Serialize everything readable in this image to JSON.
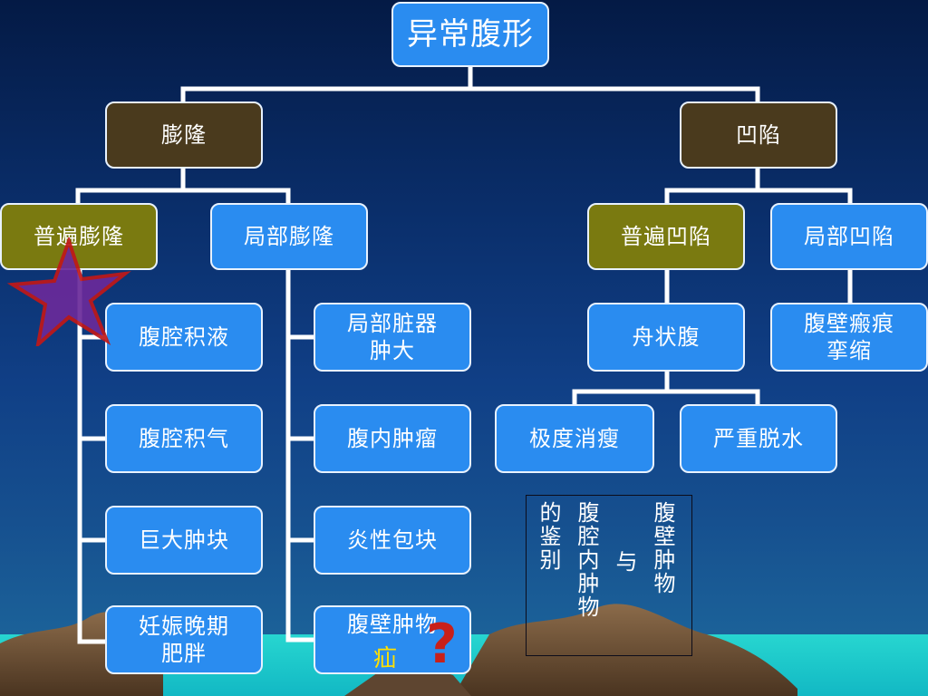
{
  "root": "异常腹形",
  "level1": {
    "left": "膨隆",
    "right": "凹陷"
  },
  "level2": {
    "general_bulge": "普遍膨隆",
    "local_bulge": "局部膨隆",
    "general_sunken": "普遍凹陷",
    "local_sunken": "局部凹陷"
  },
  "general_bulge_items": [
    "腹腔积液",
    "腹腔积气",
    "巨大肿块",
    "妊娠晚期\n肥胖"
  ],
  "local_bulge_items": [
    "局部脏器\n肿大",
    "腹内肿瘤",
    "炎性包块",
    "腹壁肿物"
  ],
  "scaphoid": "舟状腹",
  "scaphoid_causes": [
    "极度消瘦",
    "严重脱水"
  ],
  "local_sunken_item": "腹壁瘢痕\n挛缩",
  "annotation": {
    "hernia": "疝",
    "question_mark": "?"
  },
  "vertical_note": [
    "腹壁肿物",
    "与",
    "腹腔内肿物",
    "的鉴别"
  ],
  "colors": {
    "blue_box": "#2a8cf0",
    "brown_box": "#4a3a1d",
    "olive_box": "#7a7a10",
    "hernia_text": "#ffe000",
    "question_mark": "#c8201a",
    "star": "#7a2a9a"
  }
}
